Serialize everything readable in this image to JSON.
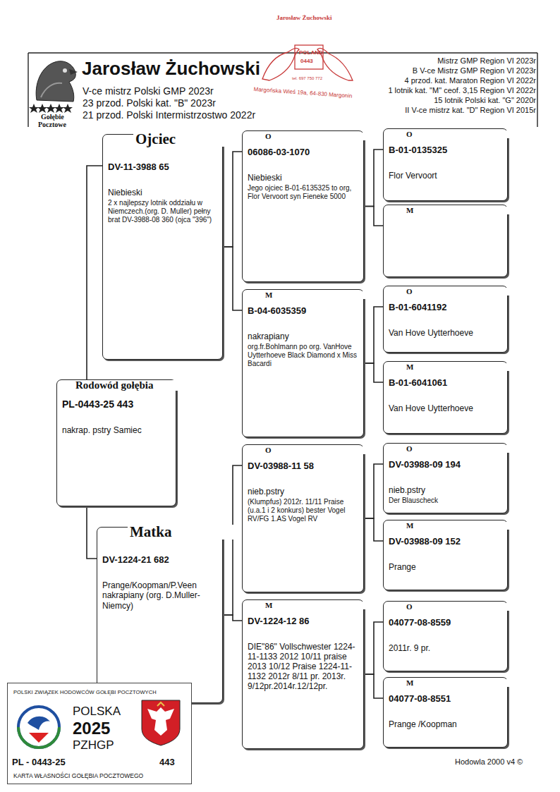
{
  "diagram": {
    "title": "Jarosław Żuchowski",
    "nodes": [
      {
        "text": [
          "Ojciec",
          "DV-11-3988   65",
          "Niebieski",
          "2 x najlepszy lotnik oddziału w Niemczech.(org. D. Muller) pełny brat DV-3988-08  360 (ojca \"396\")"
        ]
      },
      {
        "text": [
          "O",
          "06086-03-1070",
          "Niebieski",
          "Jego ojciec B-01-6135325 to org, Flor Vervoort syn Fieneke 5000"
        ]
      },
      {
        "text": [
          "O",
          "B-01-0135325",
          "Flor Vervoort"
        ]
      },
      {
        "text": [
          "M"
        ]
      },
      {
        "text": [
          "M",
          "B-04-6035359",
          "nakrapiany",
          "org.fr.Bohlmann po org. VanHove Uytterhoeve Black Diamond x Miss Bacardi"
        ]
      },
      {
        "text": [
          "O",
          "B-01-6041192",
          "Van Hove Uytterhoeve"
        ]
      },
      {
        "text": [
          "M",
          "B-01-6041061",
          "Van Hove Uytterhoeve"
        ]
      },
      {
        "text": [
          "Rodowód gołębia",
          "PL-0443-25  443",
          "nakrap. pstry Samiec"
        ]
      },
      {
        "text": [
          "Matka",
          "DV-1224-21  682",
          "Prange/Koopman/P.Veen nakrapiany (org. D.Muller-Niemcy)"
        ]
      },
      {
        "text": [
          "O",
          "DV-03988-11 58",
          "nieb.pstry",
          "(Klumpfus) 2012r. 11/11 Praise (u.a.1 i 2 konkurs) bester Vogel RV/FG 1.AS Vogel RV"
        ]
      },
      {
        "text": [
          "O",
          "DV-03988-09   194",
          "nieb.pstry",
          "Der Blauscheck"
        ]
      },
      {
        "text": [
          "M",
          "DV-03988-09  152",
          "Prange"
        ]
      },
      {
        "text": [
          "M",
          "DV-1224-12  86",
          "DIE\"86\" Vollschwester 1224-11-1133 2012  10/11 praise 2013  10/12 Praise 1224-11-1132 2012r 8/11 pr. 2013r. 9/12pr.2014r.12/12pr."
        ]
      },
      {
        "text": [
          "O",
          "04077-08-8559",
          "2011r. 9 pr."
        ]
      },
      {
        "text": [
          "M",
          "04077-08-8551",
          "Prange /Koopman"
        ]
      },
      {
        "text": [
          "POLSKI ZWIĄZEK HODOWCÓW GOŁĘBI POCZTOWYCH",
          "POLSKA",
          "2025",
          "PZHGP",
          "PL - 0443-25",
          "443",
          "KARTA  WŁASNOŚCI GOŁĘBIA POCZTOWEGO"
        ]
      }
    ],
    "edges": [
      {
        "from": 7,
        "to": 0,
        "arrow": "none"
      },
      {
        "from": 7,
        "to": 8,
        "arrow": "none"
      },
      {
        "from": 0,
        "to": 1,
        "arrow": "none"
      },
      {
        "from": 0,
        "to": 4,
        "arrow": "none"
      },
      {
        "from": 1,
        "to": 2,
        "arrow": "none"
      },
      {
        "from": 1,
        "to": 3,
        "arrow": "none"
      },
      {
        "from": 4,
        "to": 5,
        "arrow": "none"
      },
      {
        "from": 4,
        "to": 6,
        "arrow": "none"
      },
      {
        "from": 8,
        "to": 9,
        "arrow": "none"
      },
      {
        "from": 8,
        "to": 12,
        "arrow": "none"
      },
      {
        "from": 9,
        "to": 10,
        "arrow": "none"
      },
      {
        "from": 9,
        "to": 11,
        "arrow": "none"
      },
      {
        "from": 12,
        "to": 13,
        "arrow": "none"
      },
      {
        "from": 12,
        "to": 14,
        "arrow": "none"
      }
    ],
    "labels": [
      "V-ce mistrz Polski GMP 2023r",
      "23 przod. Polski kat. \"B\" 2023r",
      "21 przod. Polski Intermistrzostwo 2022r",
      "Mistrz GMP Region VI 2023r",
      "B V-ce Mistrz GMP Region VI 2023r",
      "4 przod. kat. Maraton Region VI 2022r",
      "1 lotnik kat. \"M\" ceof. 3,15 Region VI 2022r",
      "15 lotnik Polski kat. \"G\" 2020r",
      "II V-ce mistrz kat. \"D\" Region VI 2015r",
      "Gołębie",
      "Pocztowe",
      "Jarosław Żuchowski",
      "POLAND",
      "0443",
      "tel. 697 750 772",
      "Margońska Wieś 19a, 64-830 Margonin",
      "Jarosław Żuchowski",
      "POLAND",
      "0443",
      "tel. 697 750 772",
      "Margońska Wieś 19a, 64-830 Margonin",
      "Hodowla 2000 v4 ©"
    ]
  }
}
